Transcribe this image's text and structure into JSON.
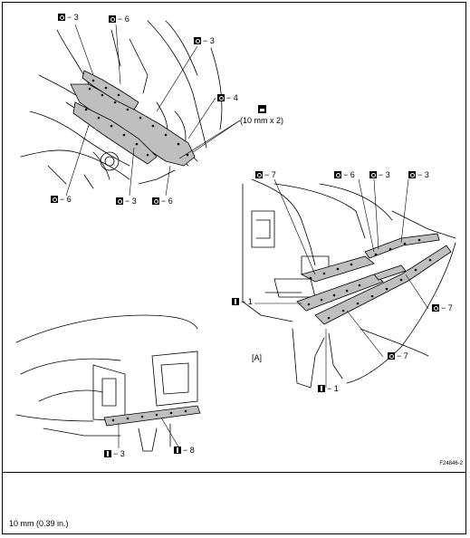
{
  "figure_id": "F24846-2",
  "note": "10 mm (0.39 in.)",
  "tool": {
    "icon": "socket-wrench-icon",
    "label": "(10 mm x 2)"
  },
  "view_label": "[A]",
  "callouts": {
    "top_o3_a": "− 3",
    "top_o6_a": "− 6",
    "top_o3_b": "− 3",
    "top_o4": "− 4",
    "top_o6_left": "− 6",
    "top_o3_mid": "− 3",
    "top_o6_mid": "− 6",
    "right_o7_a": "− 7",
    "right_o6": "− 6",
    "right_o3_a": "− 3",
    "right_o3_b": "− 3",
    "right_i1_a": "− 1",
    "right_o7_b": "− 7",
    "right_o7_c": "− 7",
    "right_i1_b": "− 1",
    "bottom_i3": "− 3",
    "bottom_i8": "− 8"
  }
}
